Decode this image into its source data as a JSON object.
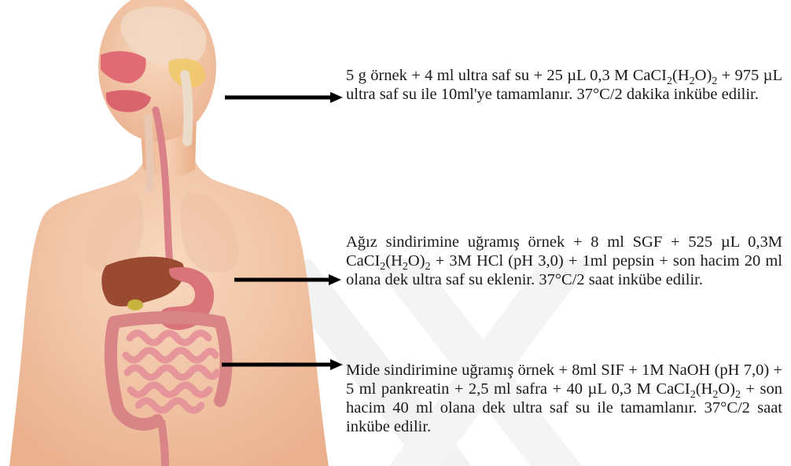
{
  "steps": [
    {
      "id": "mouth",
      "organ": "ağız",
      "segments": [
        {
          "t": "5 g örnek + 4 ml ultra saf su + 25 µL 0,3 M CaCI"
        },
        {
          "sub": "2"
        },
        {
          "t": "(H"
        },
        {
          "sub": "2"
        },
        {
          "t": "O)"
        },
        {
          "sub": "2"
        },
        {
          "t": " + 975 µL ultra saf su ile 10ml'ye tamamlanır. 37°C/2 dakika inkübe edilir."
        }
      ]
    },
    {
      "id": "stomach",
      "organ": "mide",
      "segments": [
        {
          "t": "Ağız sindirimine uğramış örnek + 8 ml SGF + 525 µL 0,3M CaCI"
        },
        {
          "sub": "2"
        },
        {
          "t": "(H"
        },
        {
          "sub": "2"
        },
        {
          "t": "O)"
        },
        {
          "sub": "2"
        },
        {
          "t": " + 3M HCl (pH 3,0) + 1ml pepsin + son hacim 20 ml olana dek ultra saf su eklenir. 37°C/2 saat inkübe edilir."
        }
      ]
    },
    {
      "id": "intestine",
      "organ": "ince bağırsak",
      "segments": [
        {
          "t": "Mide sindirimine uğramış örnek + 8ml SIF + 1M NaOH (pH 7,0) + 5 ml pankreatin + 2,5 ml safra + 40 µL 0,3 M CaCI"
        },
        {
          "sub": "2"
        },
        {
          "t": "(H"
        },
        {
          "sub": "2"
        },
        {
          "t": "O)"
        },
        {
          "sub": "2"
        },
        {
          "t": " + son hacim 40 ml olana dek ultra saf su ile tamamlanır. 37°C/2 saat inkübe edilir."
        }
      ]
    }
  ],
  "colors": {
    "skin": "#f4c9a8",
    "skin_shadow": "#e9ad87",
    "liver": "#9a4a30",
    "stomach": "#d9757a",
    "intestine": "#e08a8e",
    "arrow": "#000000",
    "watermark": "#f1f1f1"
  }
}
